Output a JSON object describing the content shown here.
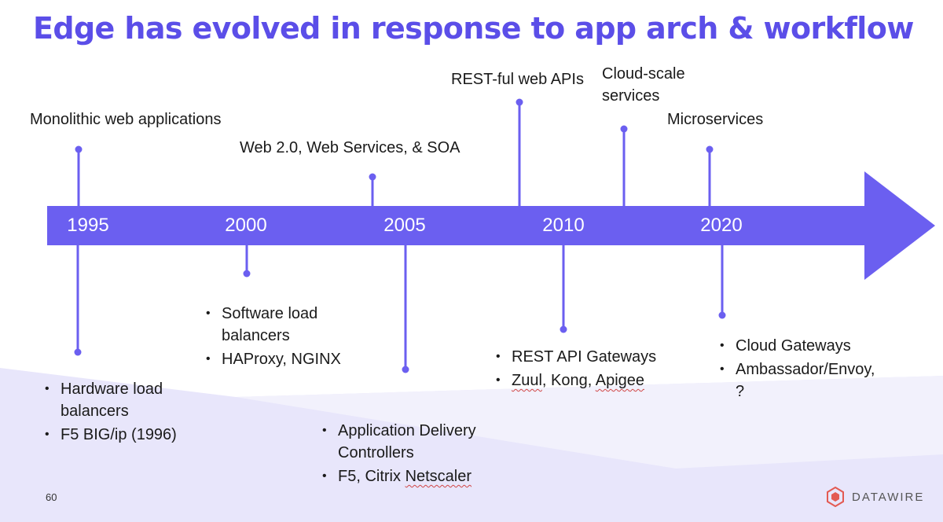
{
  "slide": {
    "title": "Edge has evolved in response to app arch & workflow",
    "page_number": "60",
    "brand": "DATAWIRE"
  },
  "colors": {
    "accent": "#6b5ff0",
    "title": "#5b4ee8",
    "background_band": "#e8e6fb",
    "brand_logo": "#e35a52"
  },
  "years": [
    "1995",
    "2000",
    "2005",
    "2010",
    "2020"
  ],
  "above": [
    {
      "label": "Monolithic web applications"
    },
    {
      "label": "Web 2.0, Web Services, & SOA"
    },
    {
      "label": "REST-ful web APIs"
    },
    {
      "label_line1": "Cloud-scale",
      "label_line2": "services"
    },
    {
      "label": "Microservices"
    }
  ],
  "below": [
    {
      "item1_line1": "Hardware load",
      "item1_line2": "balancers",
      "item2": "F5 BIG/ip (1996)"
    },
    {
      "item1_line1": "Software load",
      "item1_line2": "balancers",
      "item2": "HAProxy, NGINX"
    },
    {
      "item1_line1": "Application Delivery",
      "item1_line2": "Controllers",
      "item2_plain": "F5, Citrix ",
      "item2_squig": "Netscaler"
    },
    {
      "item1": "REST API Gateways",
      "item2_a": "Zuul",
      "item2_b": ", Kong, ",
      "item2_c": "Apigee"
    },
    {
      "item1": "Cloud Gateways",
      "item2_line1": "Ambassador/Envoy,",
      "item2_line2": "?"
    }
  ]
}
